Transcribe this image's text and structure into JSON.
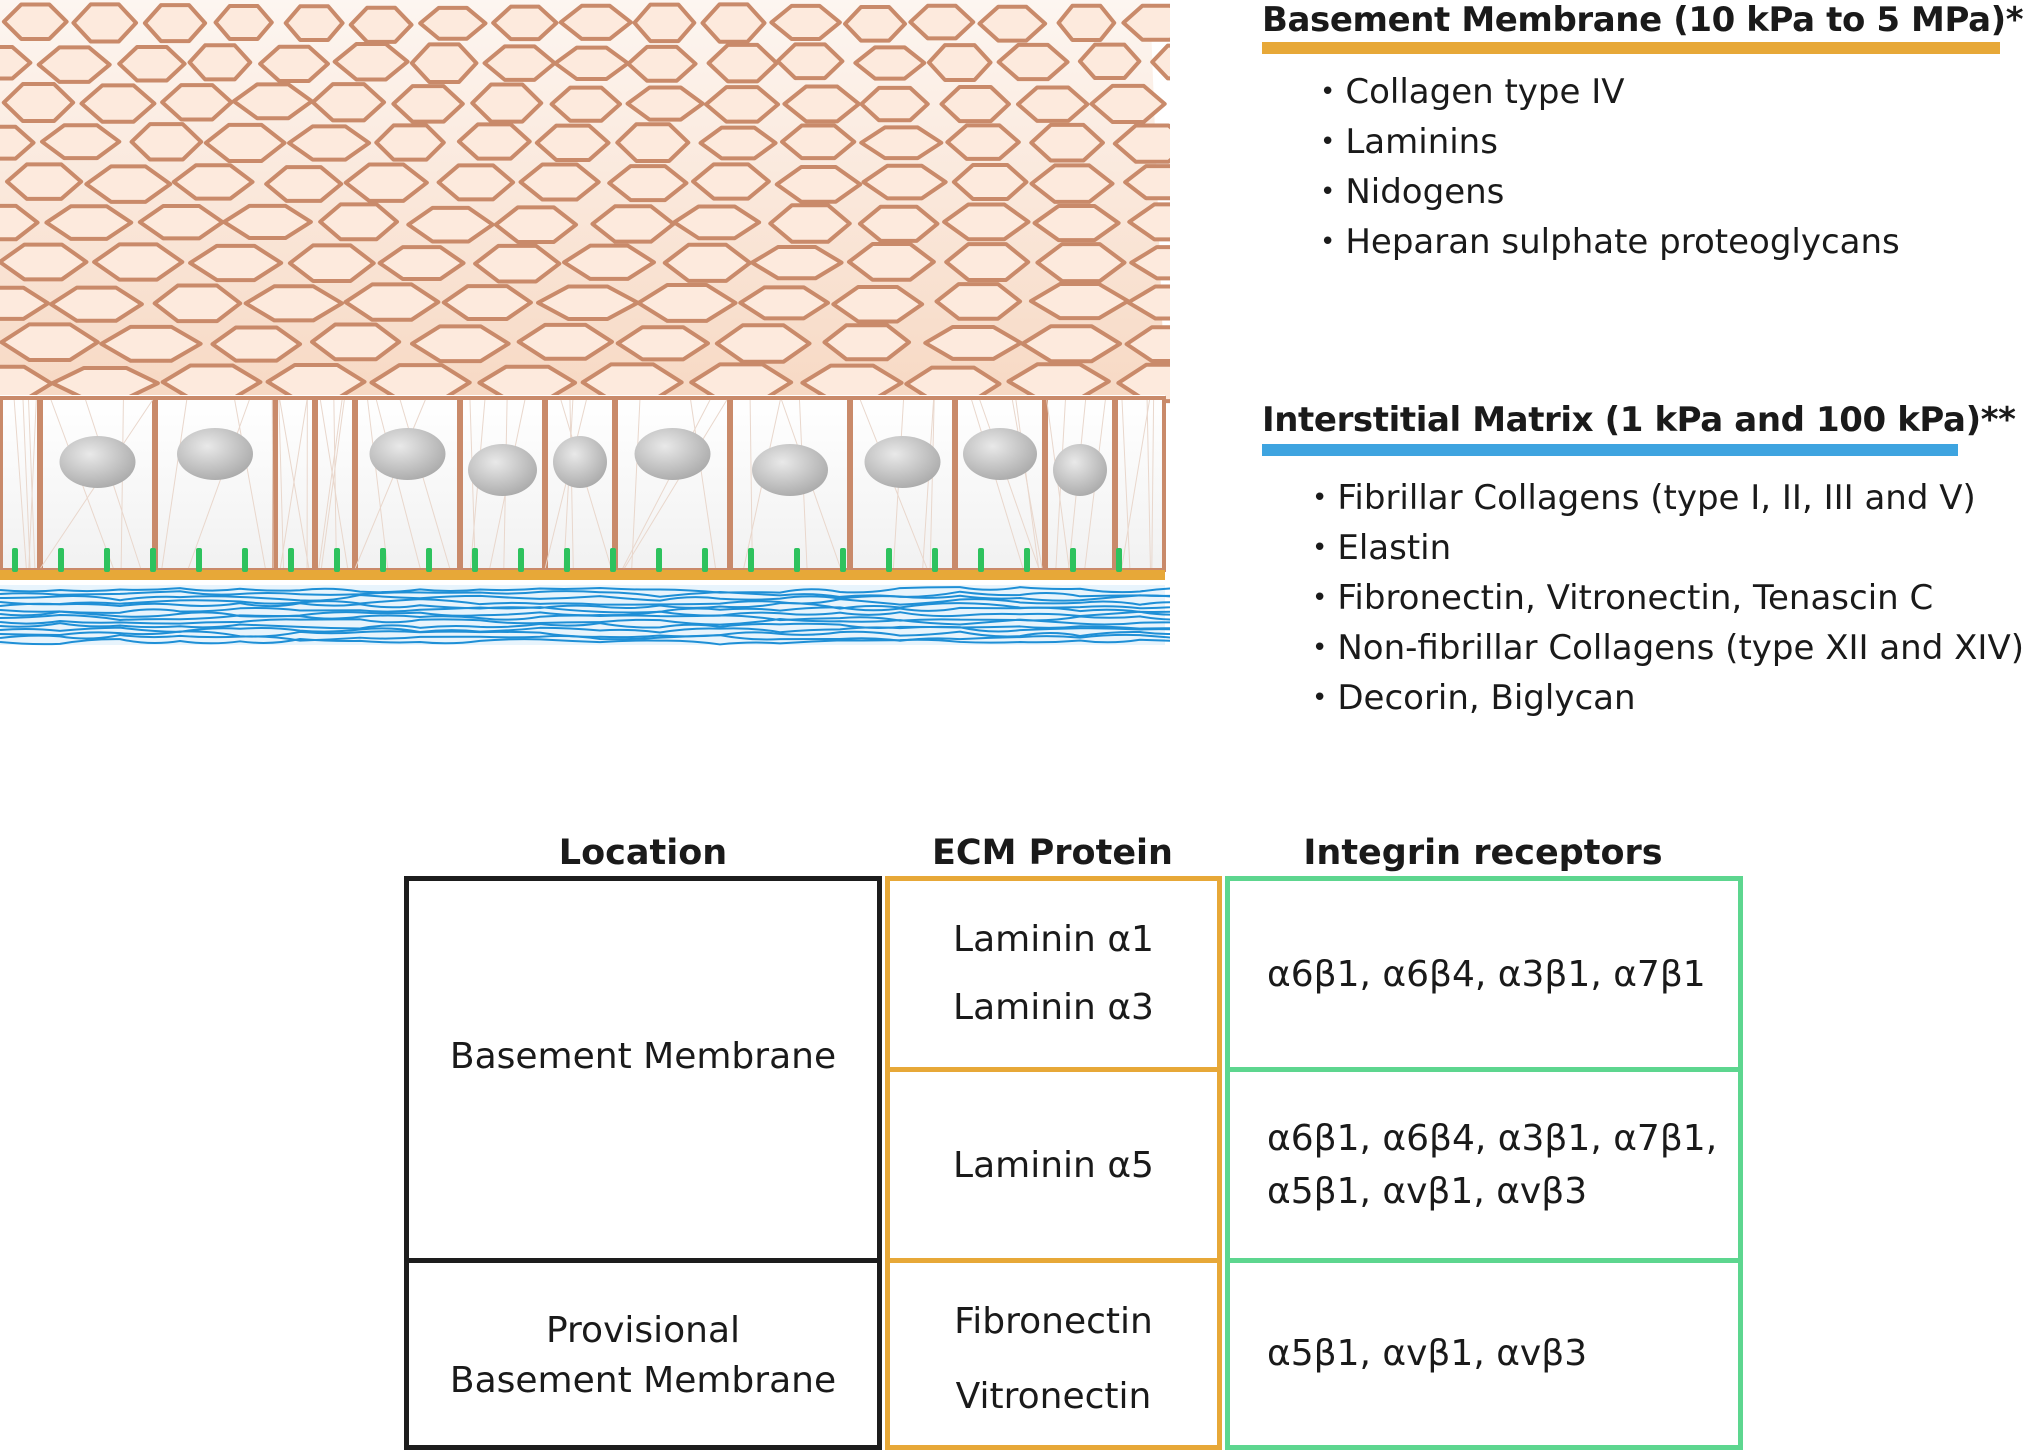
{
  "colors": {
    "basement_bar": "#e7a838",
    "interstitial_bar": "#3ea4e0",
    "location_border": "#1d1d1d",
    "ecm_border": "#e7a838",
    "integrin_border": "#5dd68f",
    "cell_outline": "#c98a6a",
    "cell_fill": "#fbe4d3",
    "nucleus": "#c4c4c4",
    "fiber": "#1e8fd6",
    "anchor": "#2ec25e"
  },
  "basement_membrane": {
    "title": "Basement Membrane (10 kPa to 5 MPa)*",
    "items": [
      "Collagen type IV",
      "Laminins",
      "Nidogens",
      "Heparan sulphate proteoglycans"
    ]
  },
  "interstitial_matrix": {
    "title": "Interstitial Matrix (1 kPa and 100 kPa)**",
    "items": [
      "Fibrillar Collagens (type I, II, III and V)",
      "Elastin",
      "Fibronectin, Vitronectin, Tenascin C",
      "Non-fibrillar Collagens (type XII and XIV)",
      "Decorin, Biglycan"
    ]
  },
  "table": {
    "headers": {
      "location": "Location",
      "ecm_protein": "ECM Protein",
      "integrin": "Integrin receptors"
    },
    "rows": [
      {
        "location": "Basement Membrane",
        "entries": [
          {
            "ecm": [
              "Laminin α1",
              "Laminin α3"
            ],
            "integrin": [
              "α6β1, α6β4, α3β1, α7β1"
            ]
          },
          {
            "ecm": [
              "Laminin α5"
            ],
            "integrin": [
              "α6β1, α6β4, α3β1, α7β1,",
              "α5β1, αvβ1, αvβ3"
            ]
          }
        ]
      },
      {
        "location": [
          "Provisional",
          "Basement Membrane"
        ],
        "entries": [
          {
            "ecm": [
              "Fibronectin",
              "Vitronectin"
            ],
            "integrin": [
              "α5β1, αvβ1, αvβ3"
            ]
          }
        ]
      }
    ]
  }
}
